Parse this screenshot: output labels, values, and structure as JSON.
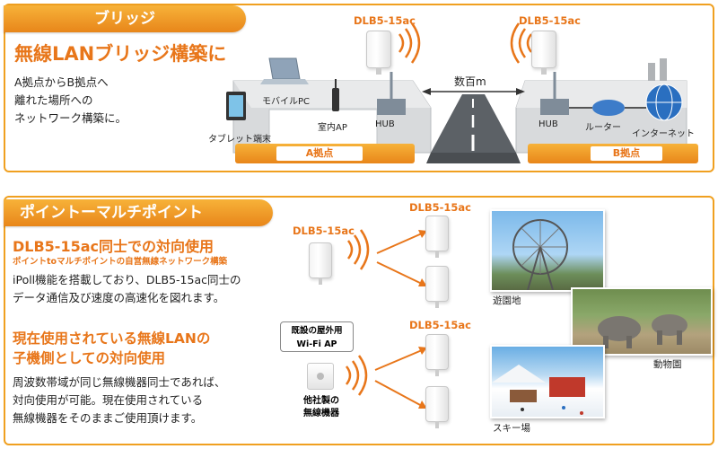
{
  "bridge": {
    "tab": "ブリッジ",
    "heading": "無線LANブリッジ構築に",
    "desc_lines": [
      "A拠点からB拠点へ",
      "離れた場所への",
      "ネットワーク構築に。"
    ],
    "device_left": "DLB5-15ac",
    "device_right": "DLB5-15ac",
    "distance": "数百m",
    "labels": {
      "mobile_pc": "モバイルPC",
      "tablet": "タブレット端末",
      "indoor_ap": "室内AP",
      "hub_a": "HUB",
      "hub_b": "HUB",
      "router": "ルーター",
      "internet": "インターネット"
    },
    "site_a": "A拠点",
    "site_b": "B拠点"
  },
  "multipoint": {
    "tab": "ポイントーマルチポイント",
    "heading1": "DLB5-15ac同士での対向使用",
    "sub1": "ポイントtoマルチポイントの自営無線ネットワーク構築",
    "desc1_lines": [
      "iPoll機能を搭載しており、DLB5-15ac同士の",
      "データ通信及び速度の高速化を図れます。"
    ],
    "heading2_lines": [
      "現在使用されている無線LANの",
      "子機側としての対向使用"
    ],
    "desc2_lines": [
      "周波数帯域が同じ無線機器同士であれば、",
      "対向使用が可能。現在使用されている",
      "無線機器をそのままご使用頂けます。"
    ],
    "device_center": "DLB5-15ac",
    "device_top": "DLB5-15ac",
    "device_mid": "DLB5-15ac",
    "existing_ap_lines": [
      "既設の屋外用",
      "Wi-Fi AP"
    ],
    "other_device_lines": [
      "他社製の",
      "無線機器"
    ],
    "photos": {
      "amusement": "遊園地",
      "zoo": "動物園",
      "ski": "スキー場"
    }
  },
  "colors": {
    "accent": "#e8761a",
    "tab": "#f0a020",
    "router": "#3d7cc9",
    "internet": "#2a6fc0"
  }
}
